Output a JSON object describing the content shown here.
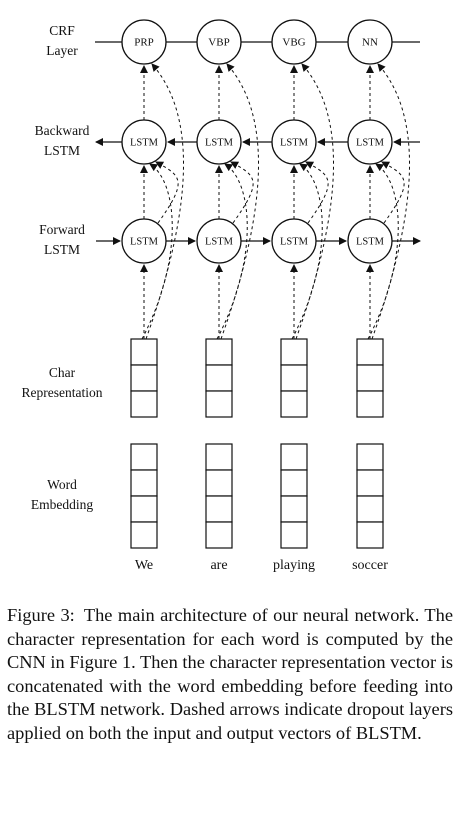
{
  "diagram": {
    "row_labels": {
      "crf": [
        "CRF",
        "Layer"
      ],
      "backward": [
        "Backward",
        "LSTM"
      ],
      "forward": [
        "Forward",
        "LSTM"
      ],
      "char": [
        "Char",
        "Representation"
      ],
      "word": [
        "Word",
        "Embedding"
      ]
    },
    "tags": [
      "PRP",
      "VBP",
      "VBG",
      "NN"
    ],
    "lstm_label": "LSTM",
    "words": [
      "We",
      "are",
      "playing",
      "soccer"
    ],
    "char_cells": 3,
    "word_cells": 4
  },
  "caption": {
    "label": "Figure 3:",
    "text": "The main architecture of our neural network. The character representation for each word is computed by the CNN in Figure 1. Then the character representation vector is concatenated with the word embedding before feeding into the BLSTM network. Dashed arrows indicate dropout layers applied on both the input and output vectors of BLSTM."
  }
}
